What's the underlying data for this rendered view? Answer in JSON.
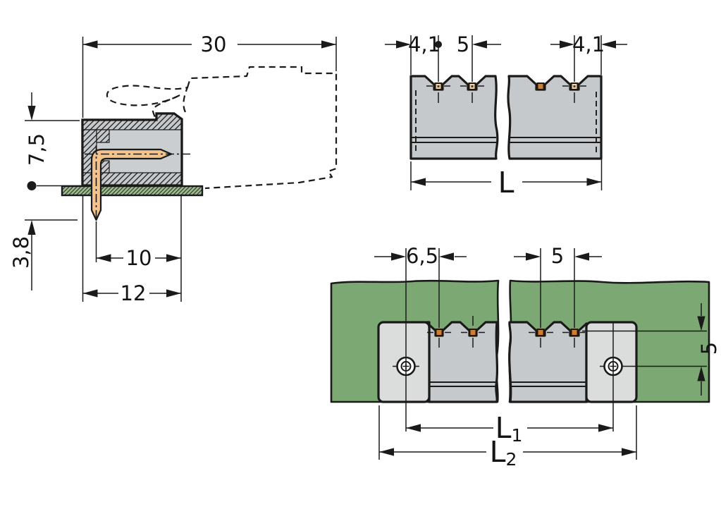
{
  "colors": {
    "line": "#1a1a1a",
    "body_gray": "#c6c9cb",
    "cavity_gray": "#cbced0",
    "flange_gray": "#dbdddd",
    "pcb_green": "#7ca873",
    "pcb_green_light": "#9eb890",
    "pin_copper": "#f4c28a",
    "pin_contact_orange": "#cc7f33",
    "pin_contact_pale": "#e8d6b6"
  },
  "side_view": {
    "dim_total_depth": "30",
    "dim_height_above_board": "7,5",
    "dim_pin_length_below_board": "3,8",
    "dim_pin_tip_to_front": "10",
    "dim_body_depth": "12"
  },
  "top_view": {
    "dim_edge_to_first_pin": "4,1",
    "dim_pin_pitch": "5",
    "dim_last_pin_to_edge": "4,1",
    "dim_overall_length": "L"
  },
  "mounted_view": {
    "dim_hole_to_first_pin": "6,5",
    "dim_pin_pitch": "5",
    "dim_pin_row_to_hole_center": "5",
    "dim_hole_spacing": {
      "base": "L",
      "sub": "1"
    },
    "dim_overall_length": {
      "base": "L",
      "sub": "2"
    }
  }
}
